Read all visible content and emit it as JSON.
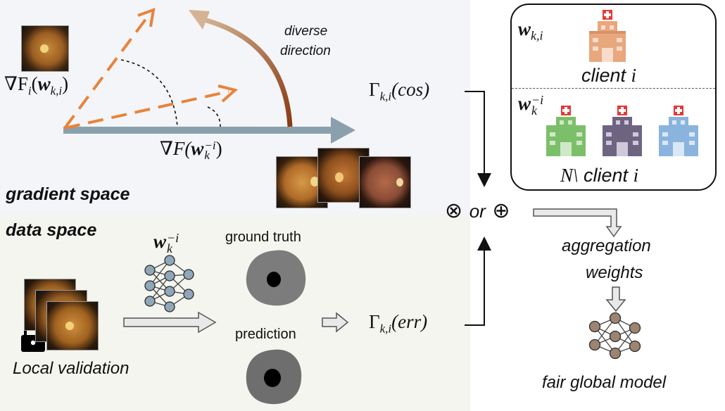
{
  "labels": {
    "gradient_space": "gradient space",
    "data_space": "data space",
    "diverse": "diverse",
    "direction": "direction",
    "grad_local": "∇F",
    "grad_local_sub": "i",
    "grad_local_arg": "(w",
    "grad_local_arg_sub": "k,i",
    "grad_local_close": ")",
    "grad_global": "∇F(w",
    "grad_global_sub": "k",
    "grad_global_sup": "−i",
    "grad_global_close": ")",
    "gamma_cos": "Γ",
    "gamma_cos_sub": "k,i",
    "gamma_cos_arg": "(cos)",
    "gamma_err": "Γ",
    "gamma_err_sub": "k,i",
    "gamma_err_arg": "(err)",
    "or_text": "or",
    "otimes": "⊗",
    "oplus": "⊕",
    "w_ki": "w",
    "w_ki_sub": "k,i",
    "client_i": "client",
    "client_i_var": "i",
    "w_k_minus_i": "w",
    "w_k_minus_i_sub": "k",
    "w_k_minus_i_sup": "−i",
    "n_minus_client": "N\\",
    "n_minus_client_word": "client",
    "n_minus_client_var": "i",
    "w_data": "w",
    "w_data_sub": "k",
    "w_data_sup": "−i",
    "ground_truth": "ground truth",
    "prediction": "prediction",
    "local_validation": "Local validation",
    "aggregation": "aggregation",
    "weights": "weights",
    "fair_global_model": "fair global model"
  },
  "colors": {
    "local_gradient": "#e8833a",
    "global_gradient": "#8aa0ad",
    "curve_start": "#c9a98a",
    "curve_end": "#8a3a10",
    "hospital_client": "#e8a77d",
    "hospital_green": "#7cbf6a",
    "hospital_purple": "#6e6482",
    "hospital_blue": "#8ab4de",
    "network_blue": "#8fa7b8",
    "network_brown": "#9c8472"
  }
}
